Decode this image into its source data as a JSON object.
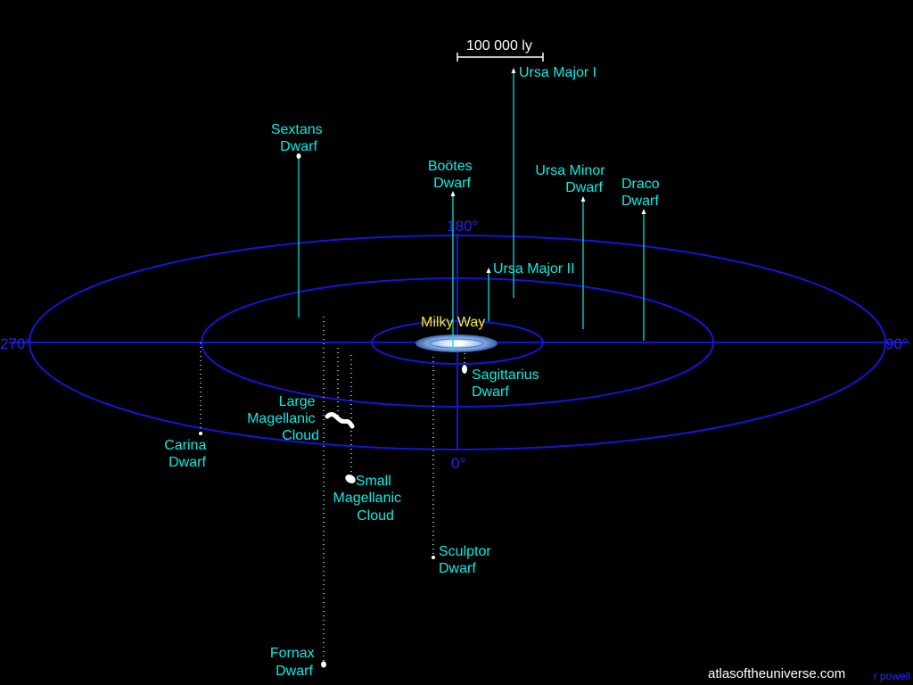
{
  "scale_bar": {
    "label": "100 000 ly"
  },
  "angles": {
    "top": "180°",
    "left": "270°",
    "right": "90°",
    "bottom": "0°"
  },
  "center": {
    "label": "Milky Way"
  },
  "galaxies": [
    {
      "id": "ursa-major-1",
      "lines": [
        "Ursa Major I"
      ]
    },
    {
      "id": "sextans",
      "lines": [
        "Sextans",
        "Dwarf"
      ]
    },
    {
      "id": "bootes",
      "lines": [
        "Boötes",
        "Dwarf"
      ]
    },
    {
      "id": "ursa-minor",
      "lines": [
        "Ursa Minor",
        "Dwarf"
      ]
    },
    {
      "id": "draco",
      "lines": [
        "Draco",
        "Dwarf"
      ]
    },
    {
      "id": "ursa-major-2",
      "lines": [
        "Ursa Major II"
      ]
    },
    {
      "id": "sagittarius",
      "lines": [
        "Sagittarius",
        "Dwarf"
      ]
    },
    {
      "id": "lmc",
      "lines": [
        "Large",
        "Magellanic",
        "Cloud"
      ]
    },
    {
      "id": "carina",
      "lines": [
        "Carina",
        "Dwarf"
      ]
    },
    {
      "id": "smc",
      "lines": [
        "Small",
        "Magellanic",
        "Cloud"
      ]
    },
    {
      "id": "sculptor",
      "lines": [
        "Sculptor",
        "Dwarf"
      ]
    },
    {
      "id": "fornax",
      "lines": [
        "Fornax",
        "Dwarf"
      ]
    }
  ],
  "credit": {
    "site": "atlasoftheuniverse.com",
    "author": "r powell"
  },
  "colors": {
    "grid": "#1515d8",
    "label": "#00f0e8",
    "center_label": "#f5f000"
  }
}
